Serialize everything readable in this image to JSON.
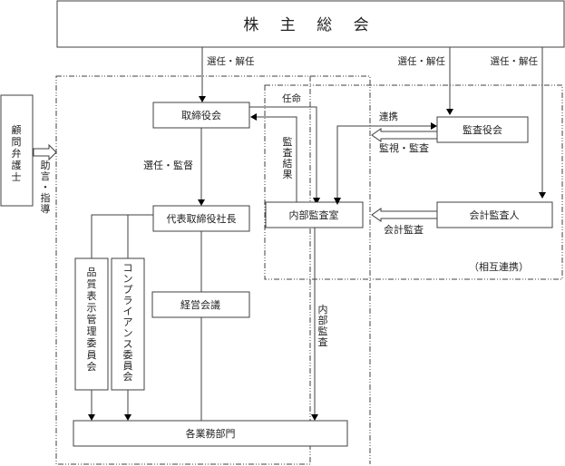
{
  "diagram": {
    "nodes": {
      "shareholders_meeting": "株 主 総 会",
      "board_of_directors": "取締役会",
      "president": "代表取締役社長",
      "internal_audit_office": "内部監査室",
      "audit_board": "監査役会",
      "accounting_auditor": "会計監査人",
      "management_meeting": "経営会議",
      "quality_committee": "品質表示管理委員会",
      "compliance_committee": "コンプライアンス委員会",
      "business_departments": "各業務部門",
      "legal_advisor": "顧問弁護士"
    },
    "edge_labels": {
      "elect_dismiss_board": "選任・解任",
      "elect_dismiss_audit_board": "選任・解任",
      "elect_dismiss_accounting": "選任・解任",
      "elect_supervise": "選任・監督",
      "appoint": "任命",
      "audit_results": "監査結果",
      "cooperation": "連携",
      "monitor_audit": "監視・監査",
      "accounting_audit": "会計監査",
      "internal_audit": "内部監査",
      "advice_guidance": "助言・指導",
      "mutual_cooperation": "（相互連携）"
    }
  }
}
